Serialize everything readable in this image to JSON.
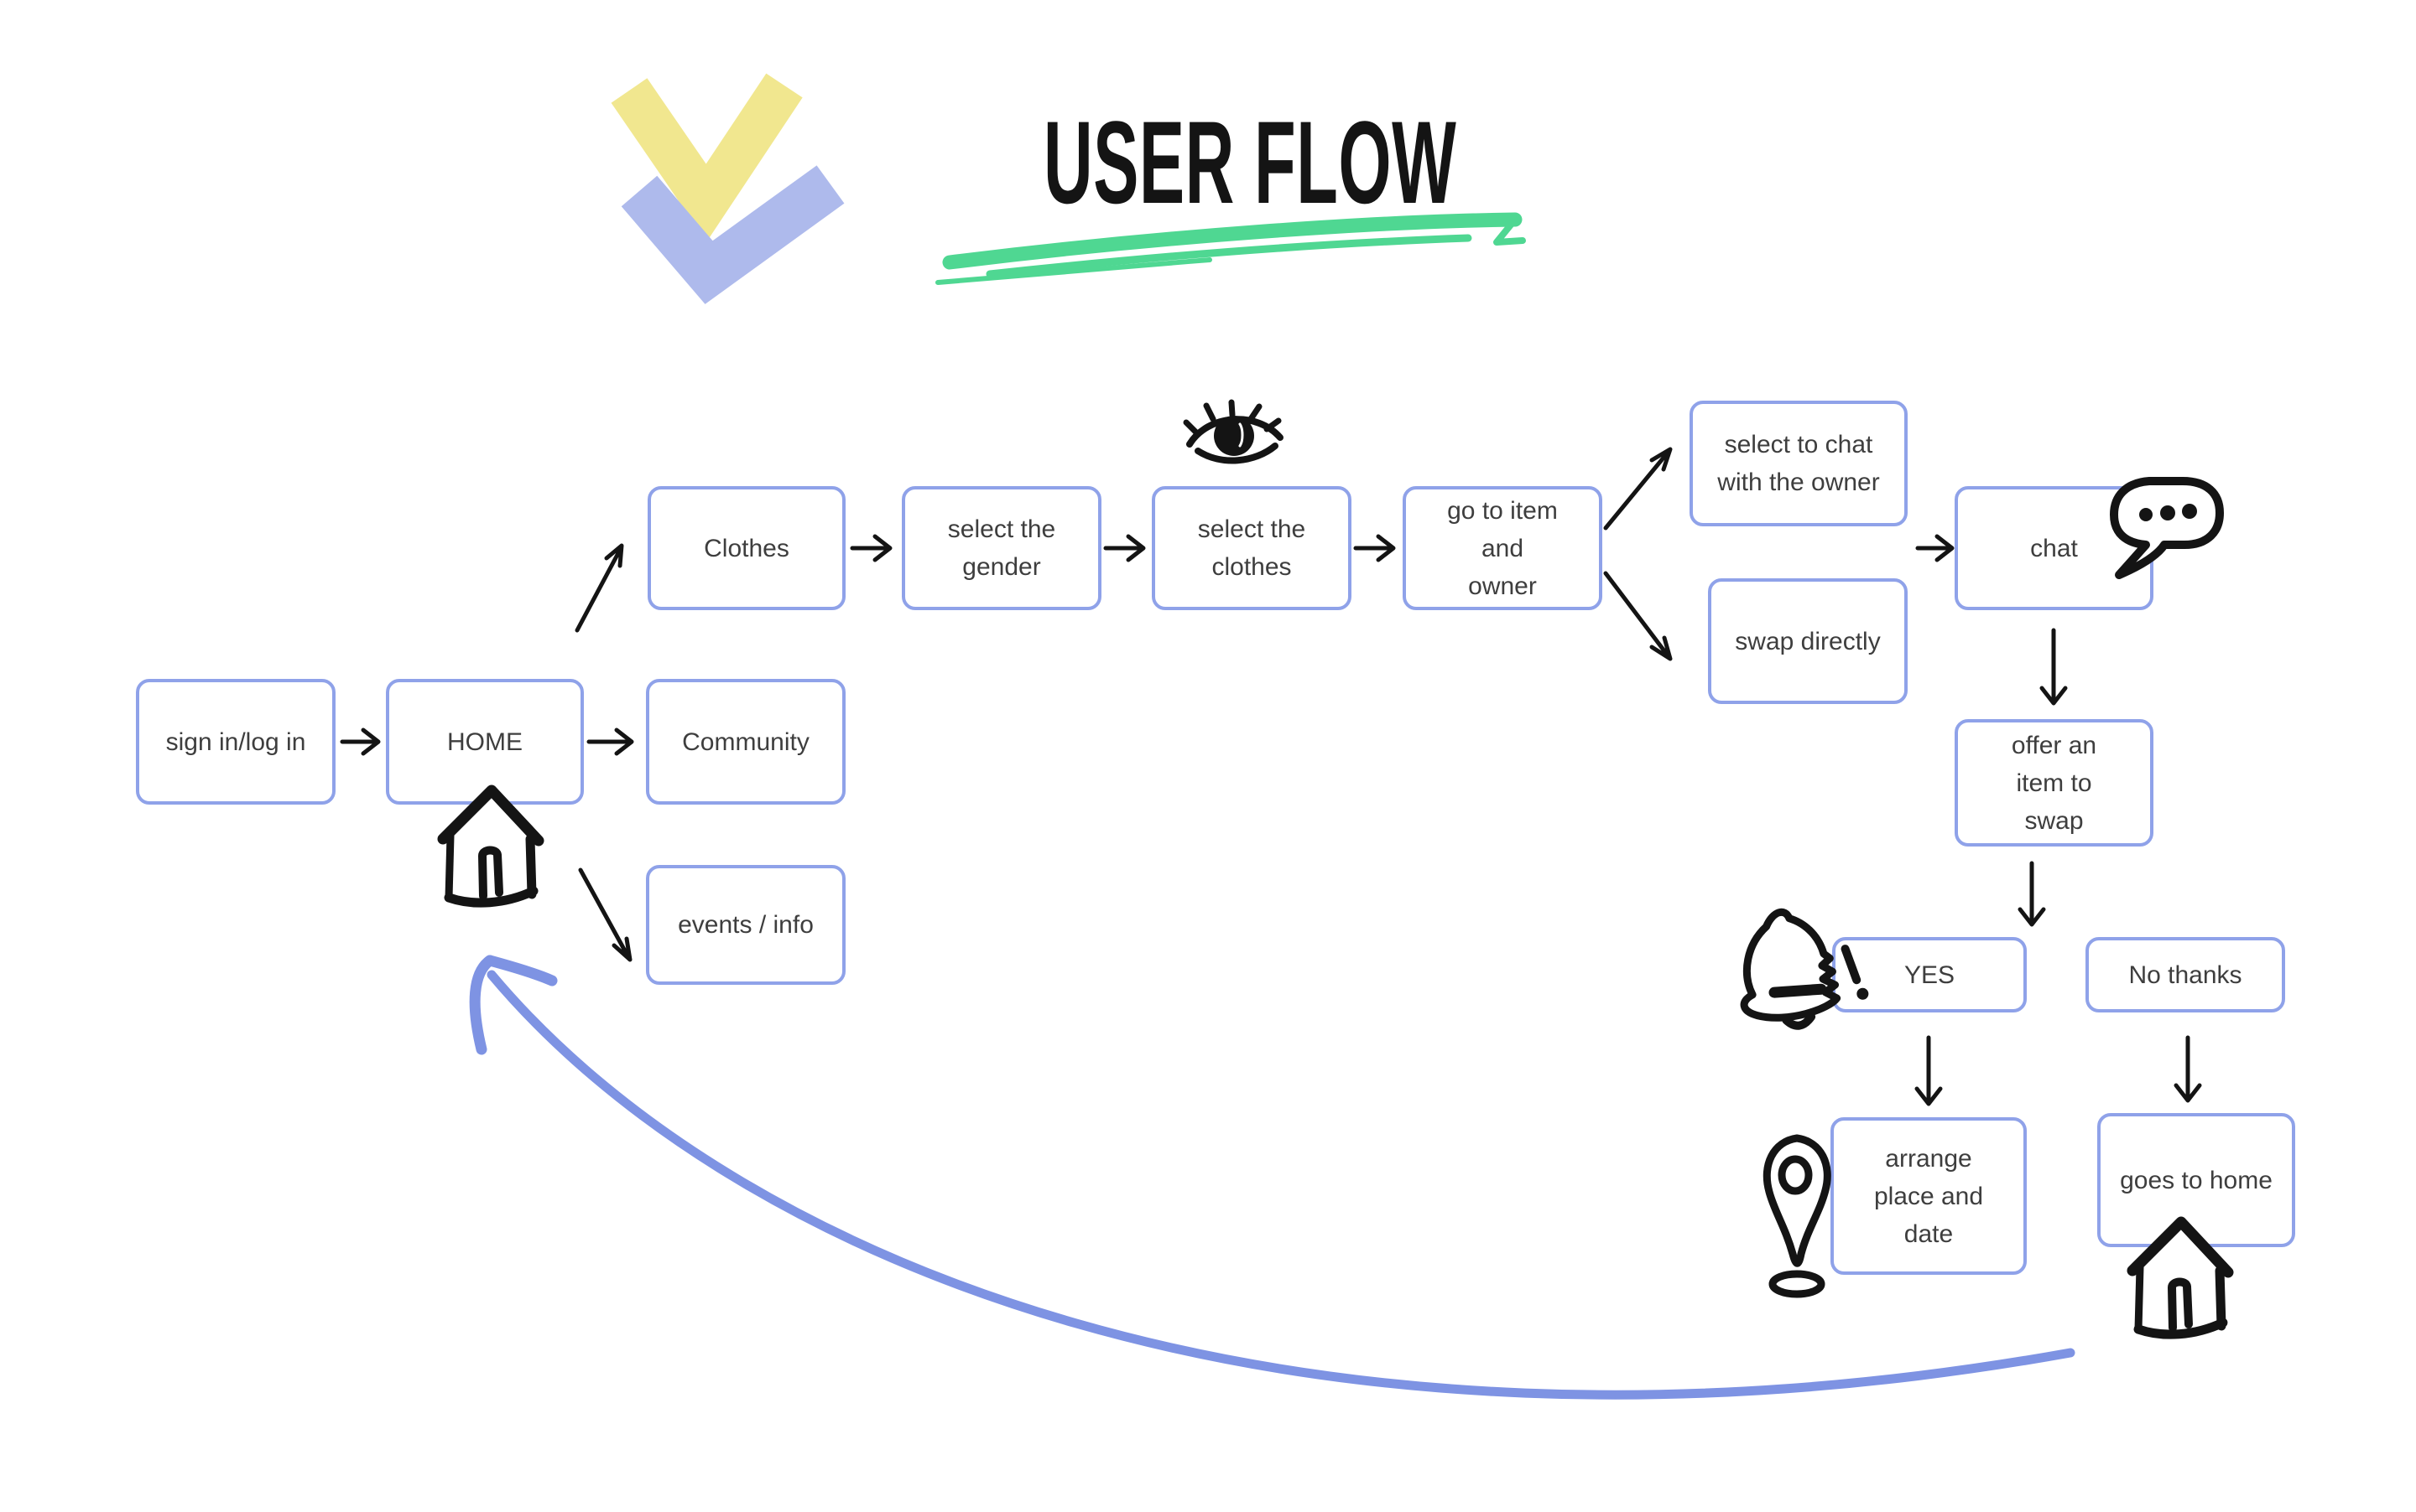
{
  "title": "USER FLOW",
  "nodes": {
    "sign_in": "sign in/log in",
    "home": "HOME",
    "community": "Community",
    "events": "events / info",
    "clothes": "Clothes",
    "select_gender": "select the gender",
    "select_clothes": "select the clothes",
    "go_to_item": "go to item and owner",
    "select_chat": "select  to chat with the owner",
    "swap_directly": "swap directly",
    "chat": "chat",
    "offer_item": "offer an item to swap",
    "yes": "YES",
    "no_thanks": "No thanks",
    "arrange": "arrange place and date",
    "goes_home": "goes to home"
  },
  "edges": [
    {
      "from": "sign in/log in",
      "to": "HOME"
    },
    {
      "from": "HOME",
      "to": "Community"
    },
    {
      "from": "HOME",
      "to": "Clothes"
    },
    {
      "from": "HOME",
      "to": "events / info"
    },
    {
      "from": "Clothes",
      "to": "select the gender"
    },
    {
      "from": "select the gender",
      "to": "select the clothes"
    },
    {
      "from": "select the clothes",
      "to": "go to item and owner"
    },
    {
      "from": "go to item and owner",
      "to": "select  to chat with the owner"
    },
    {
      "from": "go to item and owner",
      "to": "swap directly"
    },
    {
      "from": "select  to chat with the owner / swap directly",
      "to": "chat"
    },
    {
      "from": "chat",
      "to": "offer an item to swap"
    },
    {
      "from": "offer an item to swap",
      "to": "YES / No thanks"
    },
    {
      "from": "YES",
      "to": "arrange place and date"
    },
    {
      "from": "No thanks",
      "to": "goes to home"
    },
    {
      "from": "goes to home",
      "to": "HOME"
    }
  ],
  "icons": [
    "double-chevron-logo",
    "eye-icon",
    "chat-bubble-icon",
    "home-icon",
    "bell-icon",
    "location-pin-icon",
    "home-icon"
  ],
  "colors": {
    "border": "#8fa2e9",
    "ink": "#141414",
    "text": "#3e3e3e",
    "blue": "#7e93e3",
    "chev_yellow": "#f1e78f",
    "chev_blue": "#aebaec",
    "green": "#4fd792",
    "bg": "#ffffff"
  }
}
